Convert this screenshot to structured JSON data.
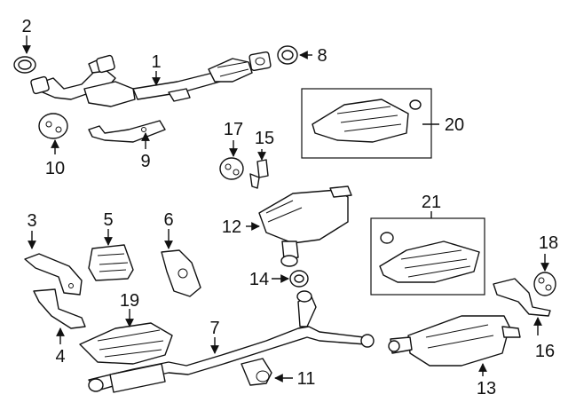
{
  "diagram": {
    "callouts": [
      {
        "key": "c1",
        "text": "1"
      },
      {
        "key": "c2",
        "text": "2"
      },
      {
        "key": "c3",
        "text": "3"
      },
      {
        "key": "c4",
        "text": "4"
      },
      {
        "key": "c5",
        "text": "5"
      },
      {
        "key": "c6",
        "text": "6"
      },
      {
        "key": "c7",
        "text": "7"
      },
      {
        "key": "c8",
        "text": "8"
      },
      {
        "key": "c9",
        "text": "9"
      },
      {
        "key": "c10",
        "text": "10"
      },
      {
        "key": "c11",
        "text": "11"
      },
      {
        "key": "c12",
        "text": "12"
      },
      {
        "key": "c13",
        "text": "13"
      },
      {
        "key": "c14",
        "text": "14"
      },
      {
        "key": "c15",
        "text": "15"
      },
      {
        "key": "c16",
        "text": "16"
      },
      {
        "key": "c17",
        "text": "17"
      },
      {
        "key": "c18",
        "text": "18"
      },
      {
        "key": "c19",
        "text": "19"
      },
      {
        "key": "c20",
        "text": "20"
      },
      {
        "key": "c21",
        "text": "21"
      }
    ]
  }
}
